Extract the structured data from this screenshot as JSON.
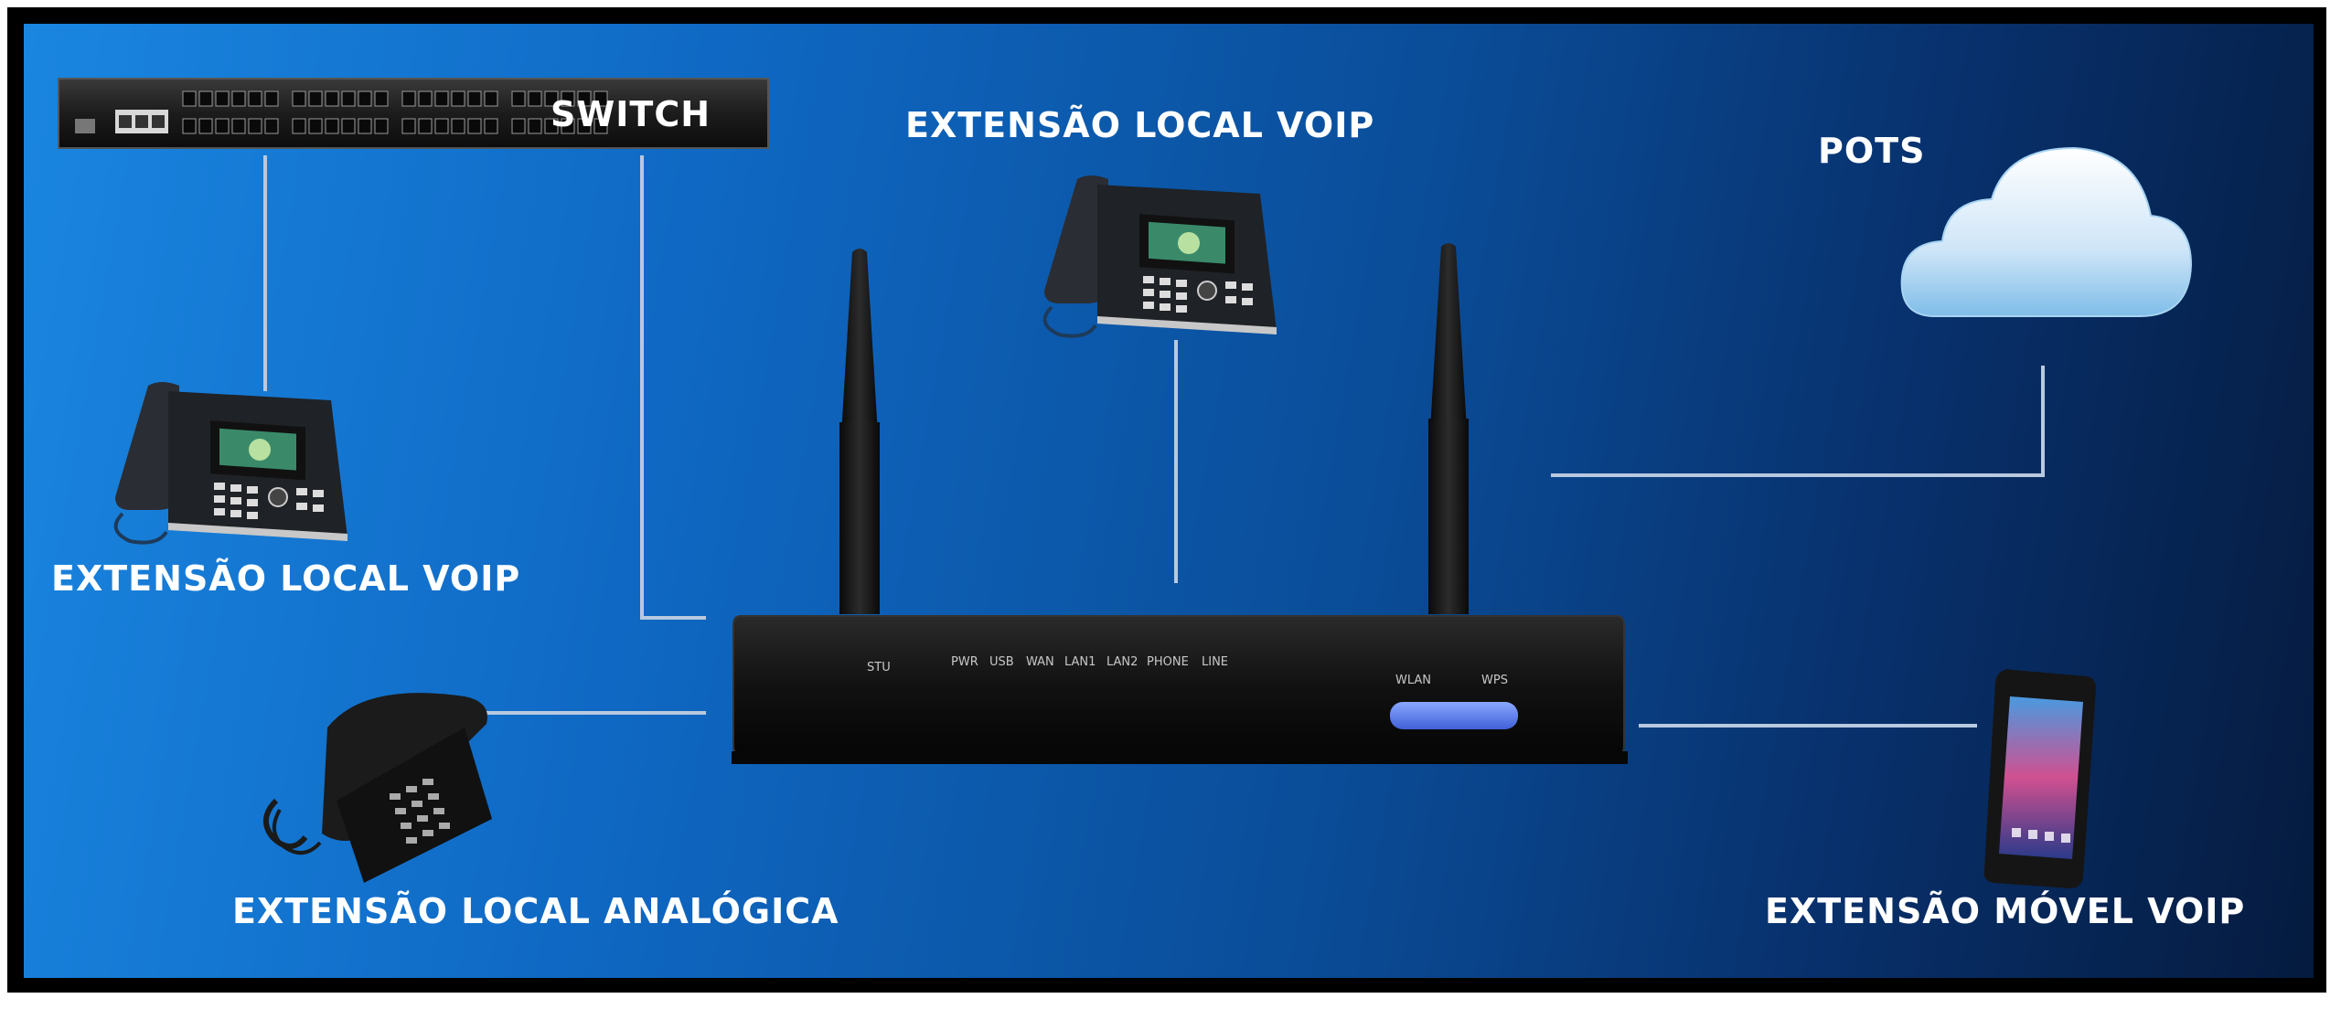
{
  "labels": {
    "switch": "SWITCH",
    "voip_top": "EXTENSÃO LOCAL VOIP",
    "voip_left": "EXTENSÃO LOCAL VOIP",
    "pots": "POTS",
    "analog": "EXTENSÃO LOCAL ANALÓGICA",
    "mobile": "EXTENSÃO MÓVEL VOIP"
  },
  "router_ports": {
    "stu": "STU",
    "pwr": "PWR",
    "usb": "USB",
    "wan": "WAN",
    "lan1": "LAN1",
    "lan2": "LAN2",
    "phone": "PHONE",
    "line": "LINE",
    "wlan": "WLAN",
    "wps": "WPS"
  },
  "colors": {
    "background_start": "#1a86e0",
    "background_end": "#051b3f",
    "text": "#ffffff",
    "connector": "#b8c9e0",
    "wps_button": "#5b7ef0"
  },
  "icons": [
    "switch-icon",
    "router-icon",
    "voip-phone-icon",
    "analog-phone-icon",
    "smartphone-icon",
    "cloud-icon"
  ]
}
